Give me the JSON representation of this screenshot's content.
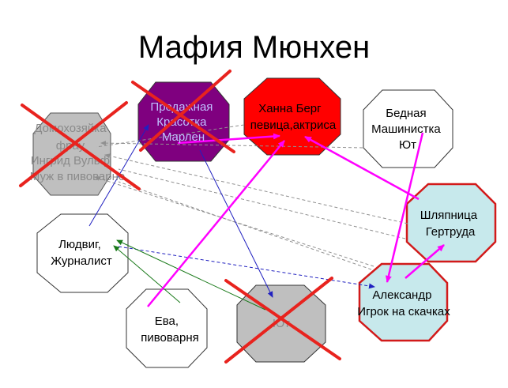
{
  "title": "Мафия Мюнхен",
  "colors": {
    "magenta": "#ff00ff",
    "blue": "#2020c0",
    "green": "#1a7a1a",
    "gray_dash": "#909090",
    "red": "#e8231e",
    "purple": "#7f007f",
    "gray_fill": "#bfbfbf",
    "teal_fill": "#c7e9ec",
    "red_border": "#d21a1a"
  },
  "nodes": {
    "housewife": {
      "lines": [
        "Домохозяйка",
        "фрау",
        "Ингрид Вульф",
        "Муж в пивоварне"
      ],
      "crossed": true
    },
    "prostitute": {
      "lines": [
        "Продажная",
        "Красотка",
        "Марлен"
      ],
      "crossed": true
    },
    "hanna": {
      "lines": [
        "Ханна Берг",
        "певица,актриса"
      ],
      "crossed": false
    },
    "typist": {
      "lines": [
        "Бедная",
        "Машинистка",
        "Ют"
      ],
      "crossed": false
    },
    "ludwig": {
      "lines": [
        "Людвиг,",
        "Журналист"
      ],
      "crossed": false
    },
    "hatmaker": {
      "lines": [
        "Шляпница",
        "Гертруда"
      ],
      "crossed": false
    },
    "eva": {
      "lines": [
        "Ева,",
        "пивоварня"
      ],
      "crossed": false
    },
    "yut": {
      "lines": [
        "Ют"
      ],
      "crossed": true
    },
    "alexander": {
      "lines": [
        "Александр",
        "Игрок на скачках"
      ],
      "crossed": false
    }
  }
}
